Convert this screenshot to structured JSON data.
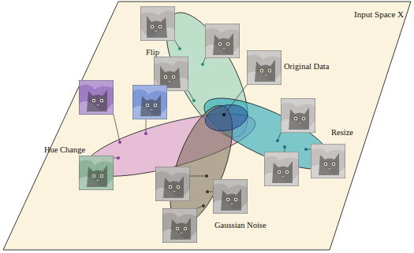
{
  "diagram": {
    "nodes": [
      {
        "text": [
          "Input Space X"
        ]
      },
      {
        "text": [
          "Flip"
        ],
        "in": 0
      },
      {
        "text": [
          "Hue Change"
        ],
        "in": 0
      },
      {
        "text": [
          "Resize"
        ],
        "in": 0
      },
      {
        "text": [
          "Gaussian Noise"
        ],
        "in": 0
      }
    ],
    "labels": [
      "Original Data"
    ]
  }
}
